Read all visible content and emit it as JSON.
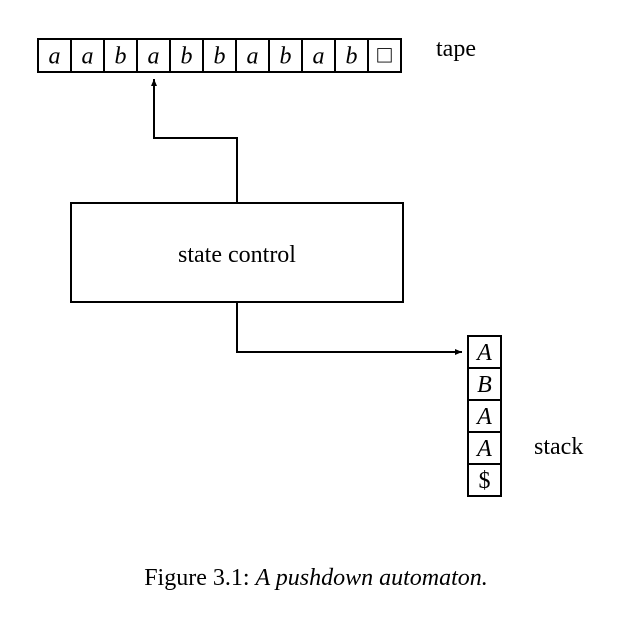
{
  "tape": {
    "symbols": [
      "a",
      "a",
      "b",
      "a",
      "b",
      "b",
      "a",
      "b",
      "a",
      "b"
    ],
    "blank_symbol": "□",
    "label": "tape"
  },
  "control": {
    "label": "state control"
  },
  "stack": {
    "symbols": [
      "A",
      "B",
      "A",
      "A",
      "$"
    ],
    "label": "stack"
  },
  "caption": {
    "prefix": "Figure 3.1:",
    "text": "A pushdown automaton."
  }
}
